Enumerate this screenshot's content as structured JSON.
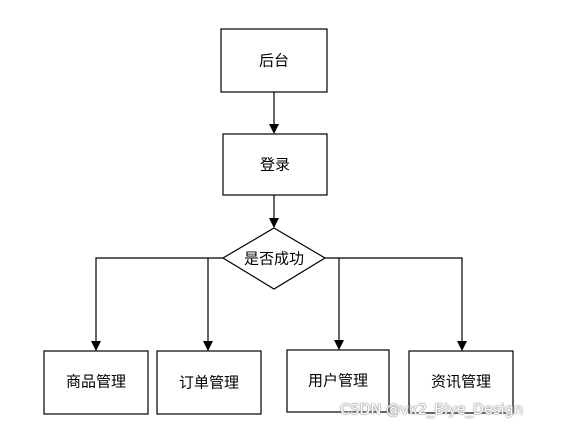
{
  "diagram": {
    "colors": {
      "stroke": "#000000",
      "fill": "#ffffff",
      "text": "#000000"
    },
    "nodes": {
      "backend": {
        "label": "后台",
        "shape": "rectangle"
      },
      "login": {
        "label": "登录",
        "shape": "rectangle"
      },
      "decision": {
        "label": "是否成功",
        "shape": "diamond"
      },
      "goods": {
        "label": "商品管理",
        "shape": "rectangle"
      },
      "orders": {
        "label": "订单管理",
        "shape": "rectangle"
      },
      "users": {
        "label": "用户管理",
        "shape": "rectangle"
      },
      "news": {
        "label": "资讯管理",
        "shape": "rectangle"
      }
    },
    "edges": [
      {
        "from": "backend",
        "to": "login"
      },
      {
        "from": "login",
        "to": "decision"
      },
      {
        "from": "decision",
        "to": "goods"
      },
      {
        "from": "decision",
        "to": "orders"
      },
      {
        "from": "decision",
        "to": "users"
      },
      {
        "from": "decision",
        "to": "news"
      }
    ]
  },
  "watermark": {
    "text": "CSDN @vx2_Biye_Design"
  }
}
